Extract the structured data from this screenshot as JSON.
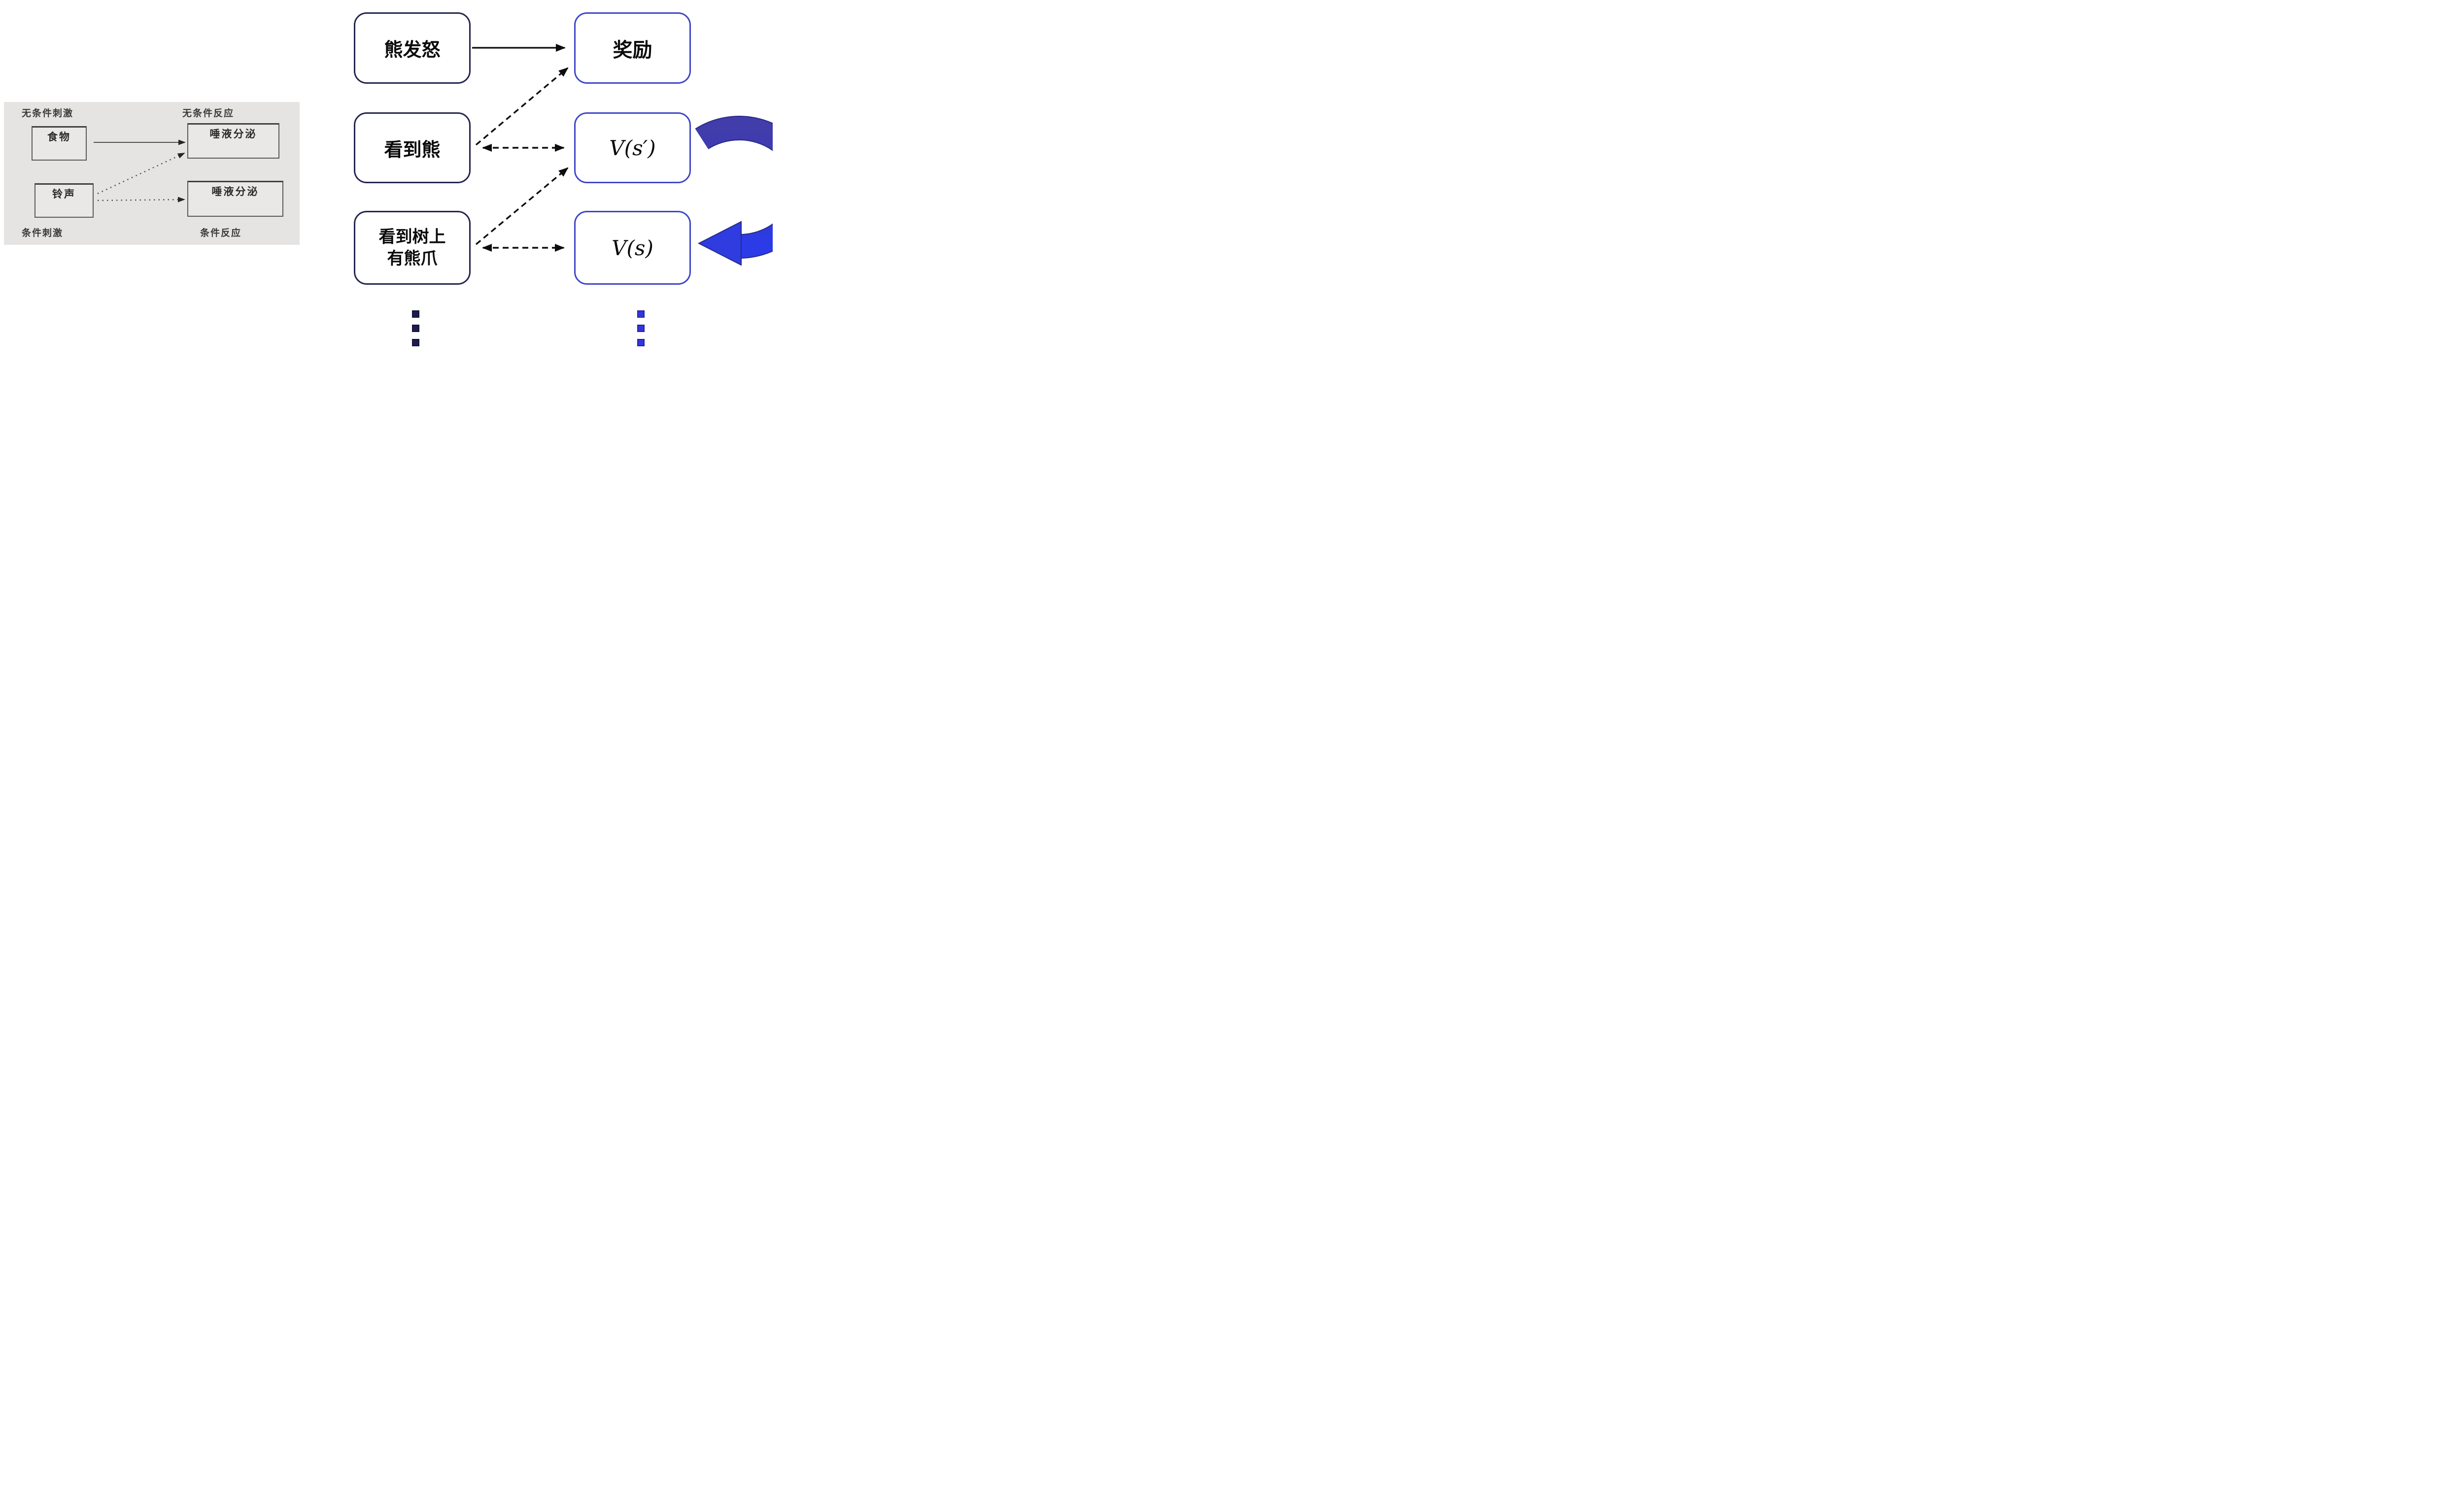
{
  "conditioning_panel": {
    "unconditioned_stimulus_label": "无条件刺激",
    "unconditioned_response_label": "无条件反应",
    "conditioned_stimulus_label": "条件刺激",
    "conditioned_response_label": "条件反应",
    "food_box": "食物",
    "bell_box": "铃声",
    "salivation_top_box": "唾液分泌",
    "salivation_bottom_box": "唾液分泌"
  },
  "td_diagram": {
    "states": {
      "bear_angry": "熊发怒",
      "see_bear": "看到熊",
      "see_claw_line1": "看到树上",
      "see_claw_line2": "有熊爪"
    },
    "values": {
      "reward": "奖励",
      "v_next": "V(s′)",
      "v_current": "V(s)"
    }
  },
  "colors": {
    "panel_background": "#e5e4e2",
    "state_box_border": "#23234f",
    "value_box_border": "#3f45c8",
    "arrow_black": "#0d0d0d",
    "ribbon_top": "#413daa",
    "ribbon_bottom": "#2b3be8",
    "left_dots": "#1c1c4e",
    "right_dots": "#3335dc"
  }
}
